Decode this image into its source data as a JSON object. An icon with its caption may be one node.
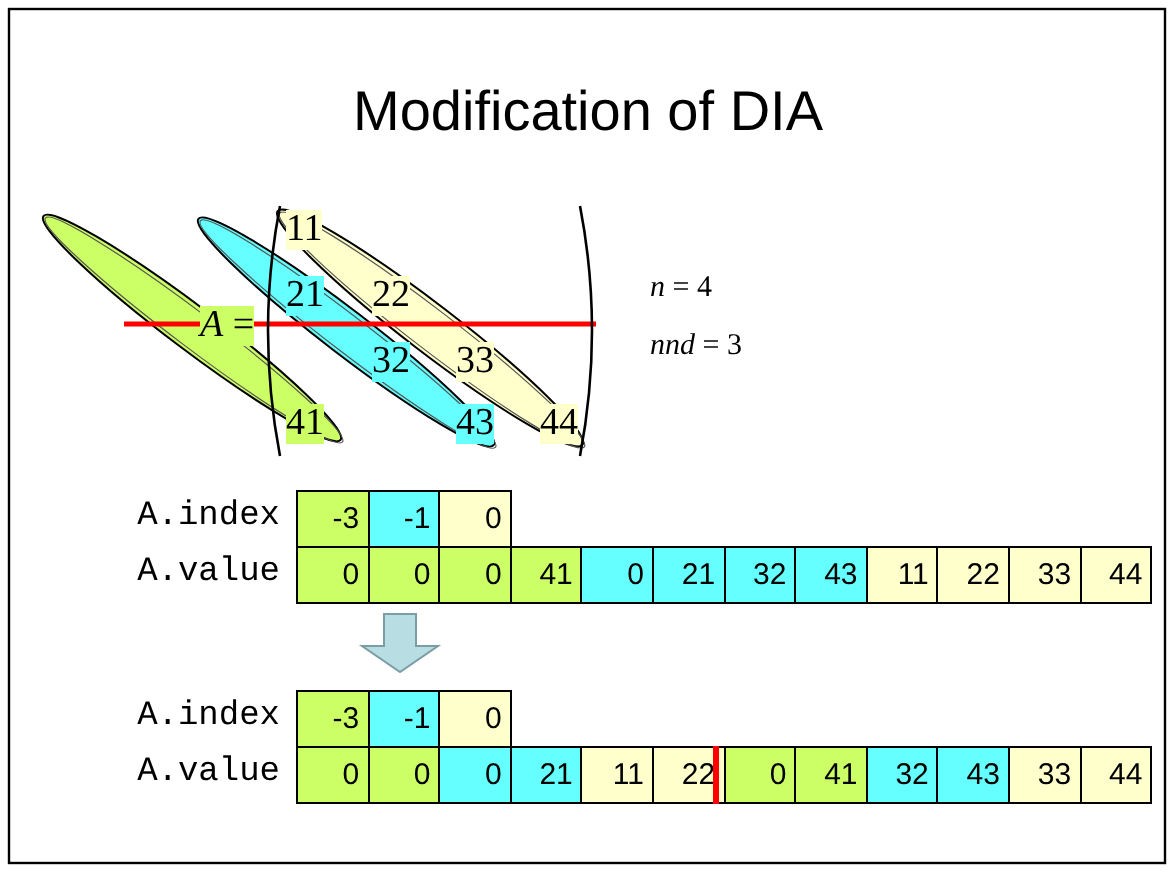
{
  "diagram": {
    "title": "Modification of DIA",
    "labels": [
      "11",
      "21",
      "22",
      "*A* =",
      "32",
      "33",
      "41",
      "43",
      "44",
      "*n* = 4",
      "*nnd* = 3",
      "A.index",
      "-3",
      "-1",
      "0",
      "A.value",
      "0",
      "0",
      "0",
      "41",
      "0",
      "21",
      "32",
      "43",
      "11",
      "22",
      "33",
      "44",
      "A.index",
      "-3",
      "-1",
      "0",
      "A.value",
      "0",
      "0",
      "0",
      "21",
      "11",
      "22",
      "0",
      "41",
      "32",
      "43",
      "33",
      "44"
    ]
  }
}
